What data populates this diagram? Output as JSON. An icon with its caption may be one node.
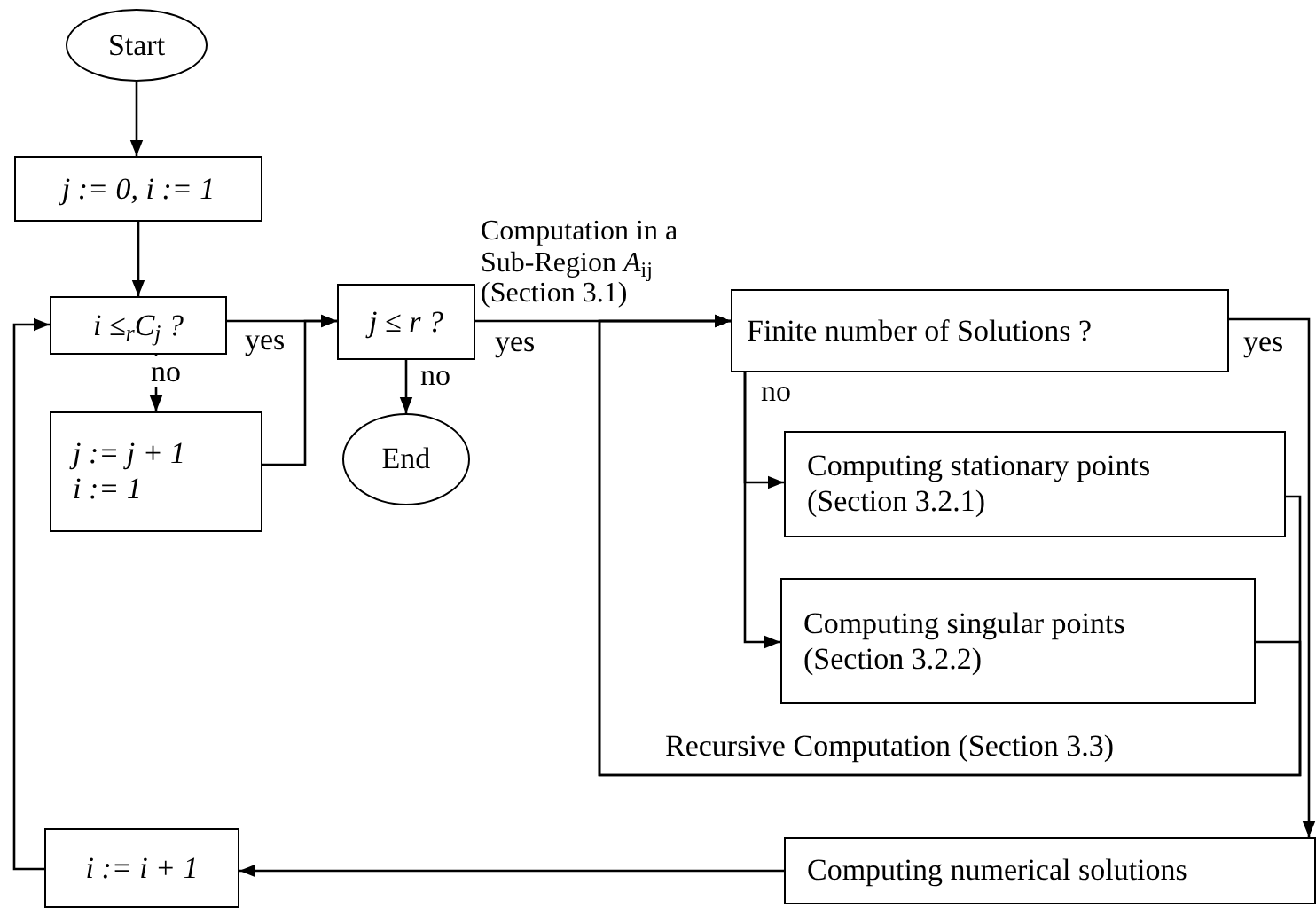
{
  "diagram": {
    "nodes": [
      {
        "text": [
          "Start"
        ]
      },
      {
        "text": [
          "j := 0, i := 1"
        ]
      },
      {
        "text": [
          "i ≤$_{r}$C$_{j}$ ?"
        ]
      },
      {
        "text": [
          "j := j + 1",
          "i := 1"
        ]
      },
      {
        "text": [
          "j ≤ r ?"
        ]
      },
      {
        "text": [
          "End"
        ]
      },
      {
        "text": [
          "Finite number of Solutions ?"
        ]
      },
      {
        "text": [
          "Computing stationary points",
          "(Section 3.2.1)"
        ]
      },
      {
        "text": [
          "Computing singular points",
          "(Section 3.2.2)"
        ]
      },
      {
        "text": [
          "Computing numerical solutions"
        ]
      },
      {
        "text": [
          "i := i + 1"
        ]
      }
    ],
    "edges": [
      {
        "from": 0,
        "to": 1,
        "arrow": "to"
      },
      {
        "from": 1,
        "to": 2,
        "arrow": "to"
      },
      {
        "from": 2,
        "to": 3,
        "arrow": "to",
        "label": "no"
      },
      {
        "from": 2,
        "to": 4,
        "arrow": "to",
        "label": "yes"
      },
      {
        "from": 3,
        "to": 4,
        "arrow": "to"
      },
      {
        "from": 4,
        "to": 5,
        "arrow": "to",
        "label": "no"
      },
      {
        "from": 4,
        "to": 6,
        "arrow": "to",
        "label": "yes"
      },
      {
        "from": 6,
        "to": 7,
        "arrow": "to",
        "label": "no"
      },
      {
        "from": 6,
        "to": 8,
        "arrow": "to"
      },
      {
        "from": 6,
        "to": 9,
        "arrow": "to",
        "label": "yes"
      },
      {
        "from": 7,
        "to": 6,
        "arrow": "to",
        "label": "Recursive Computation (Section 3.3)"
      },
      {
        "from": 8,
        "to": 6,
        "arrow": "to"
      },
      {
        "from": 9,
        "to": 10,
        "arrow": "to"
      },
      {
        "from": 10,
        "to": 2,
        "arrow": "to"
      }
    ],
    "labels": [
      "Computation in a Sub-Region *A*$_{ij}$ (Section 3.1)"
    ]
  }
}
